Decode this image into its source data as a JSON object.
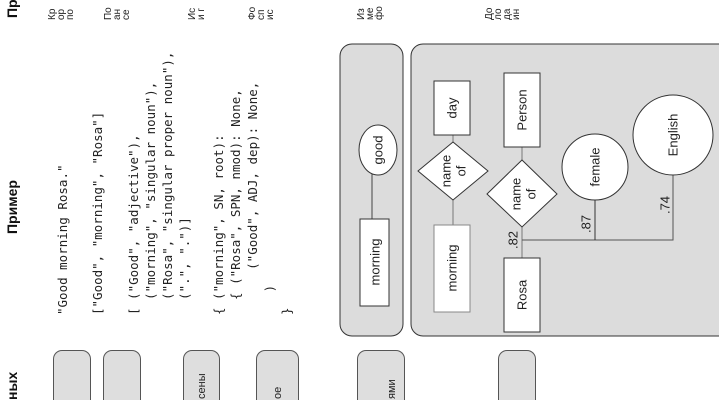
{
  "headers": {
    "type_col": "ных",
    "example_col": "Пример",
    "desc_col": "Пр"
  },
  "type_boxes": [
    "",
    "",
    "сены",
    "ое",
    "ями",
    ""
  ],
  "examples": {
    "raw": "\"Good morning Rosa.\"",
    "tokens": "[\"Good\", \"morning\", \"Rosa\"]",
    "tagged": "[ (\"Good\", \"adjective\"),\n  (\"morning\", \"singular noun\"),\n  (\"Rosa\", \"singular proper noun\"),\n  (\".\", \".\")]",
    "tree": "{ (\"morning\", SN, root):\n  { (\"Rosa\", SPN, nmod): None,\n      (\"Good\", ADJ, dep): None,\n   )\n}"
  },
  "descriptions": [
    "Кр\nор\nпо",
    "По\nан\nсе",
    "Ис\nи г",
    "Фо\nсп\nис",
    "Из\nме\nфо",
    "До\nло\nда\nин"
  ],
  "diagram_small": {
    "circle": "good",
    "rect": "morning"
  },
  "diagram_graph": {
    "day": "day",
    "rel1": [
      "name",
      "of"
    ],
    "morning": "morning",
    "person": "Person",
    "rel2": [
      "name",
      "of"
    ],
    "rosa": "Rosa",
    "female": "female",
    "english": "English",
    "weights": [
      ".82",
      ".87",
      ".74"
    ]
  }
}
